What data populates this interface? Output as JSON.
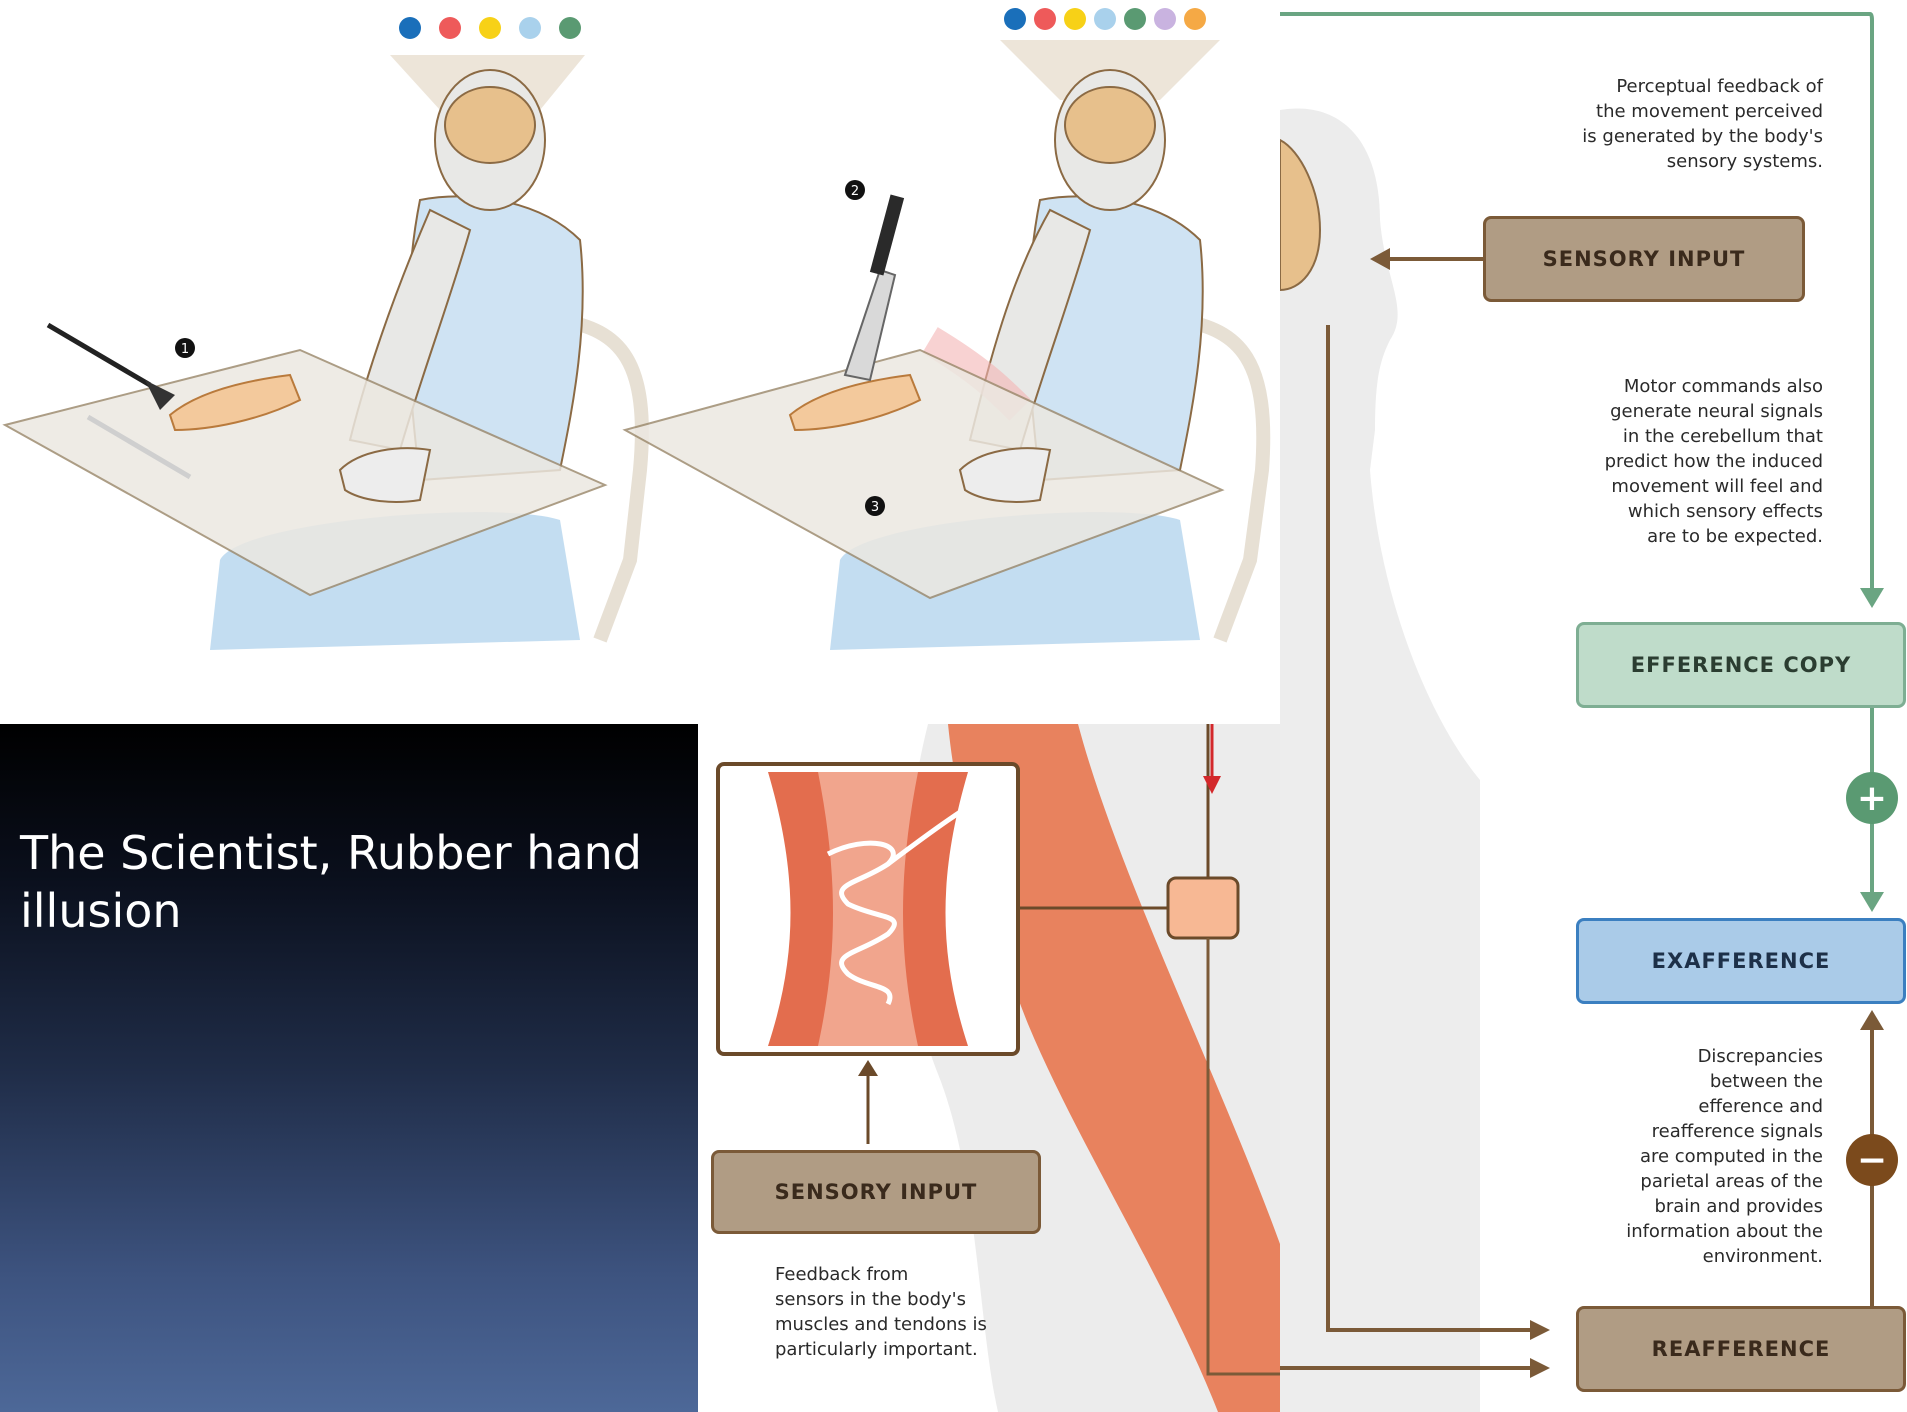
{
  "slide": {
    "title": "The Scientist, Rubber hand illusion"
  },
  "markers": {
    "step1": "1",
    "step2": "2",
    "step3": "3"
  },
  "diagram": {
    "perceptual_feedback_note": "Perceptual feedback of\nthe movement perceived\nis generated by the body's\nsensory systems.",
    "sensory_input_top_label": "SENSORY INPUT",
    "motor_commands_note": "Motor commands also\ngenerate neural signals\nin the cerebellum that\npredict how the induced\nmovement will feel and\nwhich sensory effects\nare to be expected.",
    "efference_copy_label": "EFFERENCE COPY",
    "plus_symbol": "+",
    "exafference_label": "EXAFFERENCE",
    "discrepancies_note": "Discrepancies\nbetween the\nefference and\nreafference signals\nare computed in the\nparietal areas of the\nbrain and provides\ninformation about the\nenvironment.",
    "minus_symbol": "−",
    "reafference_label": "REAFFERENCE",
    "sensory_input_bottom_label": "SENSORY INPUT",
    "feedback_note": "Feedback from\nsensors in the body's\nmuscles and tendons is\nparticularly important."
  },
  "colors": {
    "brown": "#7b5a38",
    "green": "#6aa582",
    "blue": "#3b7fc0",
    "red": "#d3282b",
    "shirt": "#cfe3f3",
    "skin": "#f3c99c",
    "muscle": "#e8774f"
  },
  "dots_left": [
    "#1a6fba",
    "#ee5a5a",
    "#f7d117",
    "#a9d1ec",
    "#5a9a72"
  ],
  "dots_right": [
    "#1a6fba",
    "#ee5a5a",
    "#f7d117",
    "#a9d1ec",
    "#5a9a72",
    "#c9b3e0",
    "#f5a945"
  ]
}
